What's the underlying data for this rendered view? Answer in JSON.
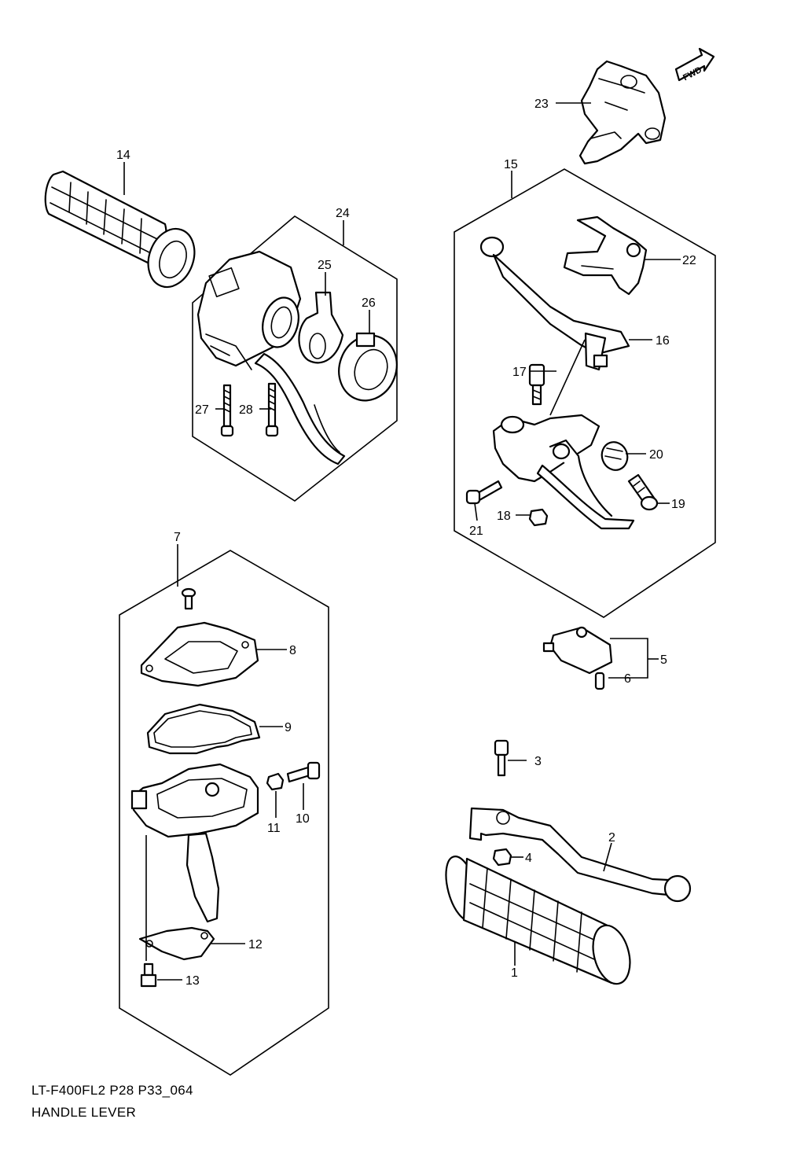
{
  "diagram": {
    "code": "LT-F400FL2 P28 P33_064",
    "title": "HANDLE LEVER",
    "fwd_label": "FWD",
    "callouts": {
      "c1": "1",
      "c2": "2",
      "c3": "3",
      "c4": "4",
      "c5": "5",
      "c6": "6",
      "c7": "7",
      "c8": "8",
      "c9": "9",
      "c10": "10",
      "c11": "11",
      "c12": "12",
      "c13": "13",
      "c14": "14",
      "c15": "15",
      "c16": "16",
      "c17": "17",
      "c18": "18",
      "c19": "19",
      "c20": "20",
      "c21": "21",
      "c22": "22",
      "c23": "23",
      "c24": "24",
      "c25": "25",
      "c26": "26",
      "c27": "27",
      "c28": "28"
    }
  }
}
